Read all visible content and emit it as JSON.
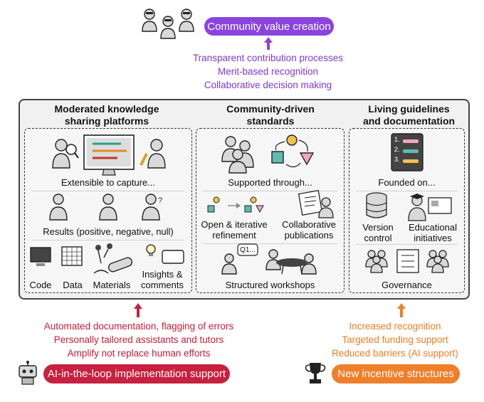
{
  "top": {
    "title": "Community value creation",
    "color": "#8a44e0",
    "items": [
      "Transparent contribution processes",
      "Merit-based recognition",
      "Collaborative decision making"
    ]
  },
  "columns": [
    {
      "heading": "Moderated knowledge\nsharing platforms",
      "capture_label": "Extensible to capture...",
      "results_label": "Results (positive, negative, null)",
      "items": [
        "Code",
        "Data",
        "Materials",
        "Insights &\ncomments"
      ]
    },
    {
      "heading": "Community-driven\nstandards",
      "supported_label": "Supported through...",
      "items": [
        "Open & iterative\nrefinement",
        "Collaborative\npublications",
        "Structured workshops"
      ],
      "bubble_text": "Q1..."
    },
    {
      "heading": "Living guidelines\nand documentation",
      "founded_label": "Founded on...",
      "items": [
        "Version\ncontrol",
        "Educational\ninitiatives",
        "Governance"
      ],
      "list_numbers": [
        "1.",
        "2.",
        "3."
      ]
    }
  ],
  "bottom_left": {
    "title": "AI-in-the-loop implementation support",
    "color": "#c8203f",
    "items": [
      "Automated documentation, flagging of errors",
      "Personally tailored assistants and tutors",
      "Amplify not replace human efforts"
    ]
  },
  "bottom_right": {
    "title": "New incentive structures",
    "color": "#f07f2a",
    "items": [
      "Increased recognition",
      "Targeted funding support",
      "Reduced barriers (AI support)"
    ]
  },
  "icons": {
    "top_people": "group-of-people-icon",
    "robot": "robot-icon",
    "trophy": "trophy-icon"
  }
}
